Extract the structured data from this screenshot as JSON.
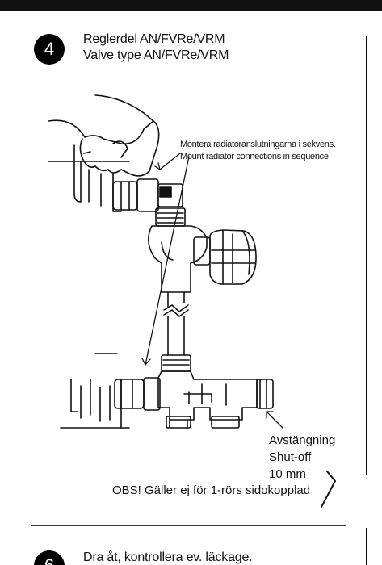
{
  "step4": {
    "number": "4",
    "title_sv": "Reglerdel  AN/FVRe/VRM",
    "title_en": "Valve type AN/FVRe/VRM"
  },
  "note": {
    "line_sv": "Montera radiatoranslutningarna i sekvens.",
    "line_en": "Mount radiator connections in sequence"
  },
  "labels": {
    "avstangning": "Avstängning",
    "shutoff": "Shut-off",
    "size": "10 mm",
    "obs": "OBS! Gäller ej för 1-rörs sidokopplad"
  },
  "step6": {
    "number": "6",
    "title": "Dra åt, kontrollera ev. läckage."
  }
}
